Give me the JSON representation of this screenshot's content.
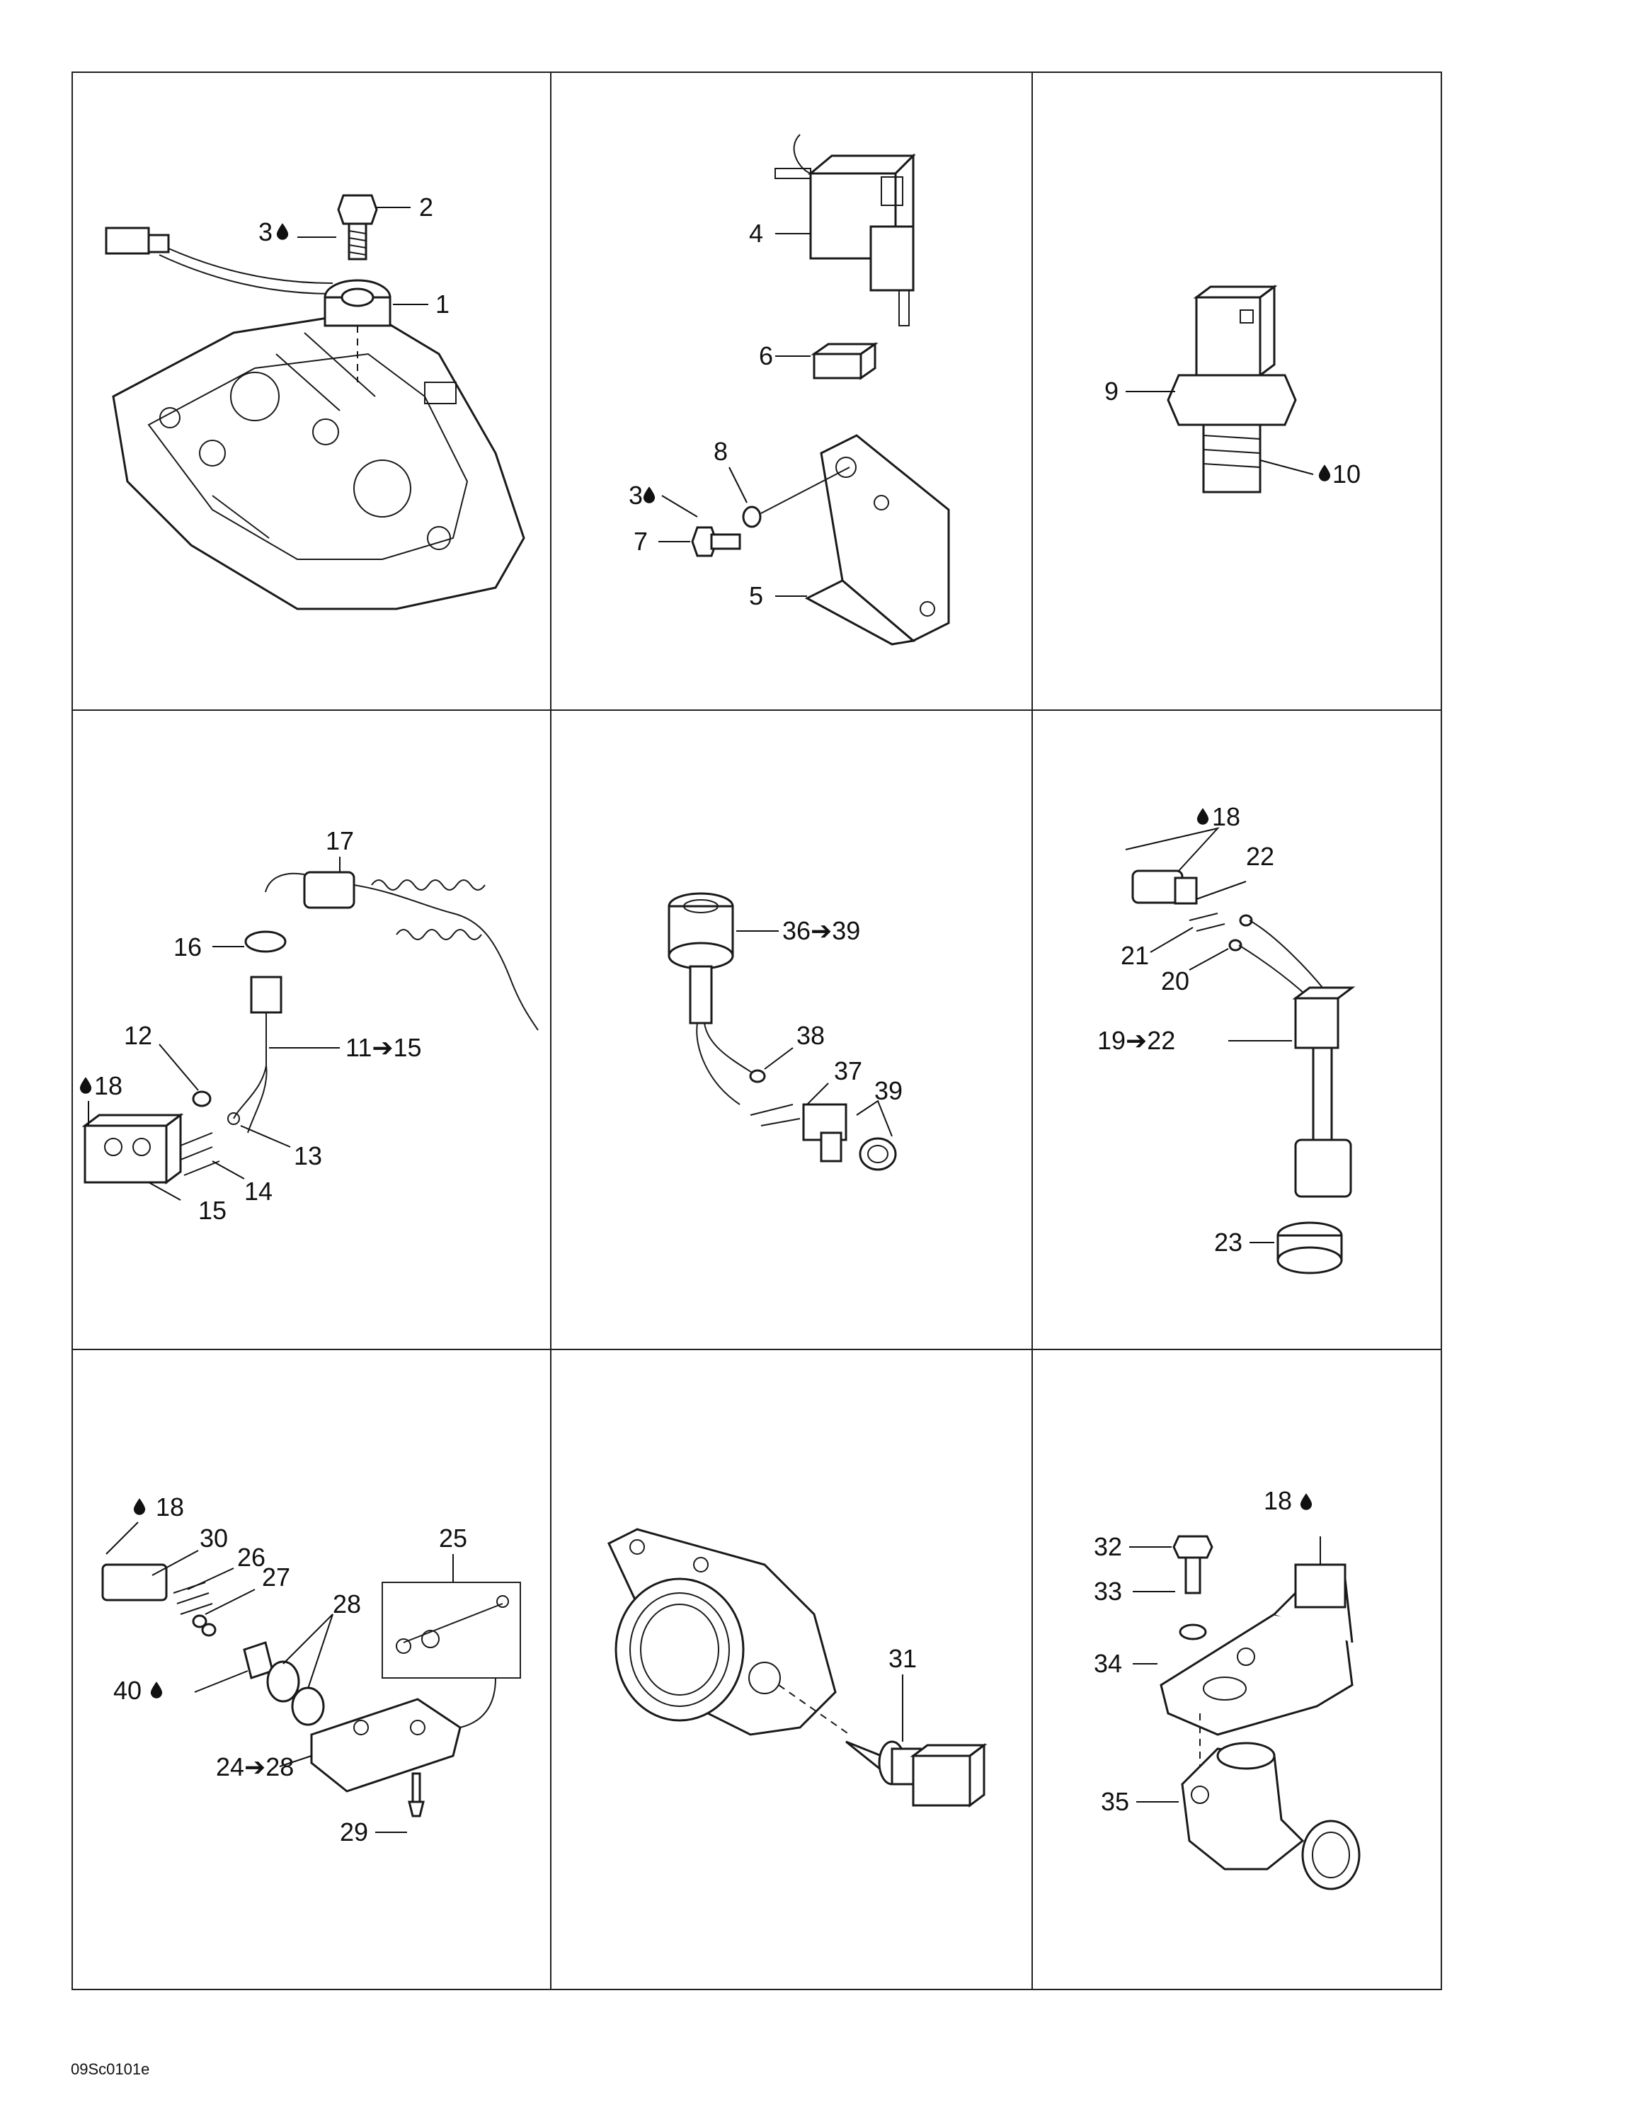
{
  "doc_code": "09Sc0101e",
  "callouts": {
    "p1": [
      "1",
      "2",
      "3"
    ],
    "p2": [
      "4",
      "6",
      "8",
      "3",
      "7",
      "5"
    ],
    "p3": [
      "9",
      "10"
    ],
    "p4": [
      "17",
      "16",
      "12",
      "11➔15",
      "18",
      "13",
      "14",
      "15"
    ],
    "p5": [
      "36➔39",
      "38",
      "37",
      "39"
    ],
    "p6": [
      "18",
      "22",
      "21",
      "20",
      "19➔22",
      "23"
    ],
    "p7": [
      "18",
      "30",
      "26",
      "27",
      "28",
      "25",
      "40",
      "24➔28",
      "29"
    ],
    "p8": [
      "31"
    ],
    "p9": [
      "32",
      "18",
      "33",
      "34",
      "35"
    ]
  },
  "icons": [
    "drop-icon"
  ]
}
